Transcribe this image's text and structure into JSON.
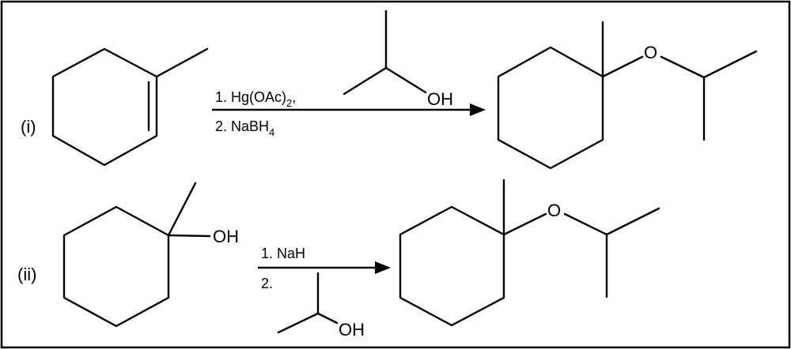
{
  "reactions": [
    {
      "label": "(i)",
      "starting_material": "1-methylcyclohexene",
      "reagents": {
        "step1_prefix": "1. Hg(OAc)",
        "step1_subscript": "2",
        "step1_suffix": ",",
        "step2_prefix": "2. NaBH",
        "step2_subscript": "4"
      },
      "alcohol_OH": "OH",
      "product_O": "O"
    },
    {
      "label": "(ii)",
      "starting_OH": "OH",
      "reagents": {
        "step1": "1. NaH",
        "step2": "2."
      },
      "alcohol_OH": "OH",
      "product_O": "O"
    }
  ]
}
